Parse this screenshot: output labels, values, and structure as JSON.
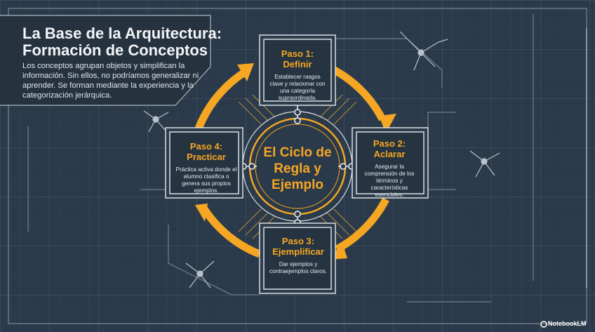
{
  "title_lines": [
    "La Base de la Arquitectura:",
    "Formación de Conceptos"
  ],
  "description": "Los conceptos agrupan objetos y simplifican la información. Sin ellos, no podríamos generalizar ni aprender. Se forman mediante la experiencia y la categorización jerárquica.",
  "center_lines": [
    "El Ciclo de",
    "Regla y",
    "Ejemplo"
  ],
  "steps": [
    {
      "title_lines": [
        "Paso 1:",
        "Definir"
      ],
      "description": "Establecer rasgos clave y relacionar con una categoría supraordinada."
    },
    {
      "title_lines": [
        "Paso 2:",
        "Aclarar"
      ],
      "description": "Asegurar la comprensión de los términos y características esenciales."
    },
    {
      "title_lines": [
        "Paso 3:",
        "Ejemplificar"
      ],
      "description": "Dar ejemplos y contraejemplos claros."
    },
    {
      "title_lines": [
        "Paso 4:",
        "Practicar"
      ],
      "description": "Práctica activa donde el alumno clasifica o genera sus propios ejemplos."
    }
  ],
  "brand": "NotebookLM",
  "colors": {
    "background": "#2b3a4a",
    "accent": "#f5a623",
    "text": "#f2f4f6",
    "grid": "#41505f"
  },
  "icons": [
    "neuron-icon",
    "neuron-icon",
    "neuron-icon",
    "neuron-icon",
    "notebooklm-logo-icon"
  ]
}
